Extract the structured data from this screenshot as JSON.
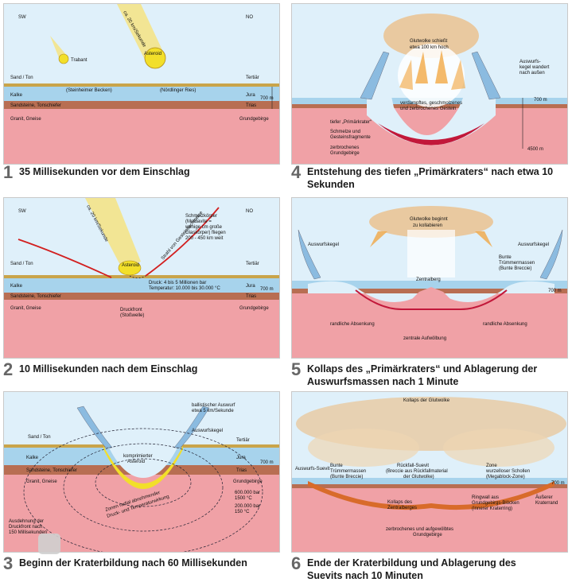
{
  "colors": {
    "sky": "#dff0fa",
    "sand": "#c9a44a",
    "limestone": "#a7d3ec",
    "sandstone": "#b86e52",
    "granite": "#f0a1a6",
    "ejecta": "#8bbbe0",
    "melt": "#c2183a",
    "fire": "#f2a33a",
    "asteroid": "#f2df2a"
  },
  "panels": [
    {
      "number": "1",
      "caption": "35 Millisekunden vor dem Einschlag",
      "labels": {
        "sw": "SW",
        "no": "NO",
        "speed": "ca. 20 km/Sekunde",
        "trabant": "Trabant",
        "asteroid": "Asteroid",
        "sand_ton": "Sand / Ton",
        "tertiaer": "Tertiär",
        "steinheim": "(Steinheimer Becken)",
        "noerdlinger": "(Nördlinger Ries)",
        "kalke": "Kalke",
        "jura": "Jura",
        "depth700": "700 m",
        "sandsteine": "Sandsteine, Tonschiefer",
        "trias": "Trias",
        "granit": "Granit, Gneise",
        "grundgebirge": "Grundgebirge"
      }
    },
    {
      "number": "2",
      "caption": "10 Millisekunden nach dem Einschlag",
      "labels": {
        "sw": "SW",
        "no": "NO",
        "speed": "ca. 20 km/Sekunde",
        "strahl": "Strahl von Gesteinsschmelze",
        "schmelz": [
          "Schmelzkörper",
          "(Moldavite =",
          "wenige cm große",
          "Glaskörper) fliegen",
          "200 - 450 km weit"
        ],
        "asteroid": "Asteroid",
        "sand_ton": "Sand / Ton",
        "tertiaer": "Tertiär",
        "kalke": "Kalke",
        "jura": "Jura",
        "depth700": "700 m",
        "druck": [
          "Druck: 4 bis 5 Millionen bar",
          "Temperatur: 10.000 bis 30.000 °C"
        ],
        "sandsteine": "Sandsteine, Tonschiefer",
        "trias": "Trias",
        "druckfront": [
          "Druckfront",
          "(Stoßwelle)"
        ],
        "granit": "Granit, Gneise",
        "grundgebirge": "Grundgebirge"
      }
    },
    {
      "number": "3",
      "caption": "Beginn der Kraterbildung nach 60 Millisekunden",
      "labels": {
        "ballistic": [
          "ballistischer Auswurf",
          "etwa 5 km/Sekunde"
        ],
        "auswurfskegel": "Auswurfskegel",
        "sand_ton": "Sand / Ton",
        "tertiaer": "Tertiär",
        "kalke": "Kalke",
        "jura": "Jura",
        "komprimiert": [
          "komprimierter",
          "Asteroid"
        ],
        "depth700": "700 m",
        "sandsteine": "Sandsteine, Tonschiefer",
        "trias": "Trias",
        "granit": "Granit, Gneise",
        "grundgebirge": "Grundgebirge",
        "p600": [
          "600.000 bar",
          "1500 °C"
        ],
        "p200": [
          "200.000 bar",
          "150 °C"
        ],
        "zonen": [
          "Zonen radial abnehmender",
          "Druck- und Temperaturwirkung"
        ],
        "ausdehnung": [
          "Ausdehnung der",
          "Druckfront nach",
          "150 Millisekunden"
        ]
      }
    },
    {
      "number": "4",
      "caption": "Entstehung des tiefen „Primärkraters“ nach etwa 10 Sekunden",
      "labels": {
        "glutwolke": [
          "Glutwolke schießt",
          "etwa 100 km hoch"
        ],
        "auswurfskegel": [
          "Auswurfs-",
          "kegel wandert",
          "nach außen"
        ],
        "verdampft": [
          "verdampftes, geschmolzenes",
          "und zerbrochenes Gestein"
        ],
        "depth700": "700 m",
        "tiefer": "tiefer „Primärkrater“",
        "schmelze": [
          "Schmelze und",
          "Gesteinsfragmente"
        ],
        "zerbrochen": [
          "zerbrochenes",
          "Grundgebirge"
        ],
        "depth4500": "4500 m"
      }
    },
    {
      "number": "5",
      "caption": "Kollaps des „Primärkraters“ und Ablagerung der Auswurfsmassen nach 1 Minute",
      "labels": {
        "glutwolke": [
          "Glutwolke beginnt",
          "zu kollabieren"
        ],
        "auswurfskegel_l": "Auswurfskegel",
        "auswurfskegel_r": "Auswurfskegel",
        "bunte": [
          "Bunte",
          "Trümmermassen",
          "(Bunte Breccie)"
        ],
        "zentralberg": "Zentralberg",
        "depth700": "700 m",
        "randl": "randliche Absenkung",
        "randr": "randliche Absenkung",
        "aufwoelbung": "zentrale Aufwölbung"
      }
    },
    {
      "number": "6",
      "caption": "Ende der Kraterbildung und Ablagerung des Suevits nach 10 Minuten",
      "labels": {
        "kollaps": "Kollaps der Glutwolke",
        "auswurfs_suevit": "Auswurfs-Suevit",
        "bunte": [
          "Bunte",
          "Trümmermassen",
          "(Bunte Breccie)"
        ],
        "rueckfall": [
          "Rückfall-Suevit",
          "(Breccie aus Rückfallmaterial",
          "der Glutwolke)"
        ],
        "zone": [
          "Zone",
          "wurzelloser Schollen",
          "(Megablock-Zone)"
        ],
        "depth700": "700 m",
        "kollaps_zentral": [
          "Kollaps des",
          "Zentralberges"
        ],
        "ringwall": [
          "Ringwall aus",
          "Grundgebirgs-Blöcken",
          "(Innerer Kraterring)"
        ],
        "aeusserer": [
          "Äußerer",
          "Kraterrand"
        ],
        "zerbrochen": [
          "zerbrochenes und aufgewölbtes",
          "Grundgebirge"
        ]
      }
    }
  ]
}
